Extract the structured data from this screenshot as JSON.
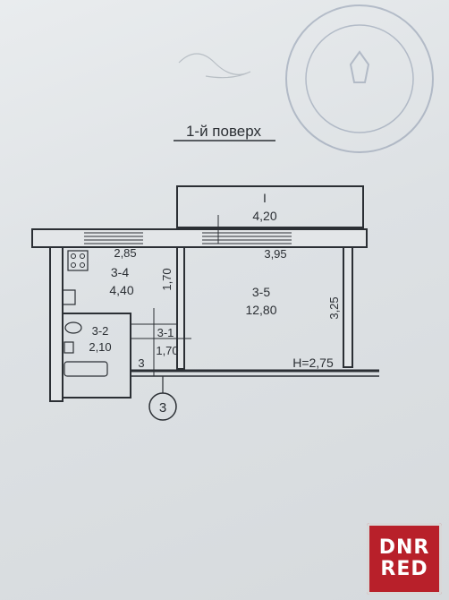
{
  "title": "1-й поверх",
  "balcony": {
    "label": "I",
    "area": "4,20"
  },
  "rooms": [
    {
      "id": "3-4",
      "area": "4,40"
    },
    {
      "id": "3-5",
      "area": "12,80"
    },
    {
      "id": "3-2",
      "area": "2,10"
    },
    {
      "id": "3-1",
      "area": "1,70"
    }
  ],
  "dimensions": {
    "kitchen_width": "2,85",
    "living_width": "3,95",
    "kitchen_depth": "1,70",
    "living_depth": "3,25",
    "hall_depth": "3",
    "height": "H=2,75"
  },
  "entrance_marker": "3",
  "watermark": {
    "line1": "DNR",
    "line2": "RED",
    "color": "#b8202a"
  }
}
